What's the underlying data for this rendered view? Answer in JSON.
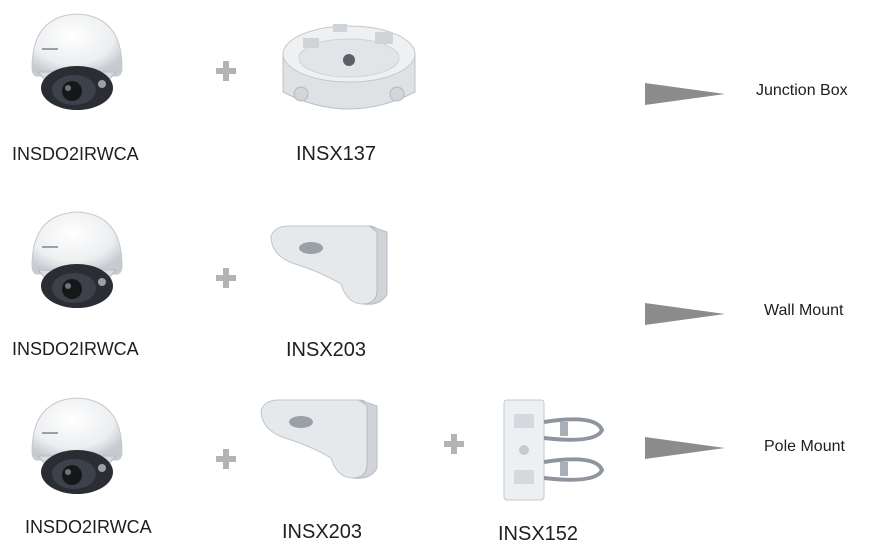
{
  "rows": [
    {
      "camera_label": "INSDO2IRWCA",
      "accessory_labels": [
        "INSX137"
      ],
      "result_label": "Junction Box"
    },
    {
      "camera_label": "INSDO2IRWCA",
      "accessory_labels": [
        "INSX203"
      ],
      "result_label": "Wall Mount"
    },
    {
      "camera_label": "INSDO2IRWCA",
      "accessory_labels": [
        "INSX203",
        "INSX152"
      ],
      "result_label": "Pole Mount"
    }
  ],
  "colors": {
    "plus": "#b3b3b3",
    "arrow": "#8c8c8c",
    "product_white": "#e8eaec",
    "lens_dark": "#2a2d33"
  },
  "icons": {
    "camera": "dome-camera-icon",
    "junction_box": "junction-box-icon",
    "wall_mount": "wall-mount-bracket-icon",
    "pole_mount": "pole-mount-bracket-icon",
    "plus": "plus-icon",
    "arrow": "right-triangle-arrow-icon"
  }
}
